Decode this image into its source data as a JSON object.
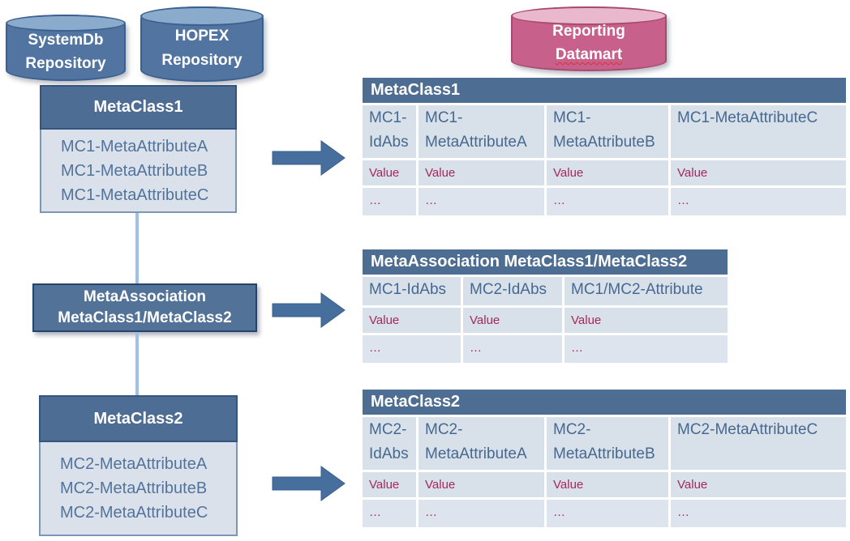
{
  "cylinders": {
    "systemdb": {
      "line1": "SystemDb",
      "line2": "Repository"
    },
    "hopex": {
      "line1": "HOPEX",
      "line2": "Repository"
    },
    "datamart": {
      "line1": "Reporting",
      "line2": "Datamart"
    }
  },
  "entities": [
    {
      "title": "MetaClass1",
      "attributes": [
        "MC1-MetaAttributeA",
        "MC1-MetaAttributeB",
        "MC1-MetaAttributeC"
      ]
    },
    {
      "title_line1": "MetaAssociation",
      "title_line2": "MetaClass1/MetaClass2"
    },
    {
      "title": "MetaClass2",
      "attributes": [
        "MC2-MetaAttributeA",
        "MC2-MetaAttributeB",
        "MC2-MetaAttributeC"
      ]
    }
  ],
  "tables": [
    {
      "title": "MetaClass1",
      "columns": [
        "MC1-IdAbs",
        "MC1-MetaAttributeA",
        "MC1-MetaAttributeB",
        "MC1-MetaAttributeC"
      ],
      "rows": [
        [
          "Value",
          "Value",
          "Value",
          "Value"
        ],
        [
          "…",
          "…",
          "…",
          "…"
        ]
      ]
    },
    {
      "title": "MetaAssociation  MetaClass1/MetaClass2",
      "columns": [
        "MC1-IdAbs",
        "MC2-IdAbs",
        "MC1/MC2-Attribute"
      ],
      "rows": [
        [
          "Value",
          "Value",
          "Value"
        ],
        [
          "…",
          "…",
          "…"
        ]
      ]
    },
    {
      "title": "MetaClass2",
      "columns": [
        "MC2-IdAbs",
        "MC2-MetaAttributeA",
        "MC2-MetaAttributeB",
        "MC2-MetaAttributeC"
      ],
      "rows": [
        [
          "Value",
          "Value",
          "Value",
          "Value"
        ],
        [
          "…",
          "…",
          "…",
          "…"
        ]
      ]
    }
  ],
  "colors": {
    "steel_dark": "#4d6d93",
    "steel_mid": "#527298",
    "cell_bg": "#d8e0ea",
    "slate_text": "#47698f",
    "value_text": "#a5295a",
    "pink_body": "#c7608a",
    "pink_top": "#e9b8cc",
    "blue_body": "#5174a1",
    "blue_top": "#8babcd",
    "connector": "#9cc3e6"
  }
}
